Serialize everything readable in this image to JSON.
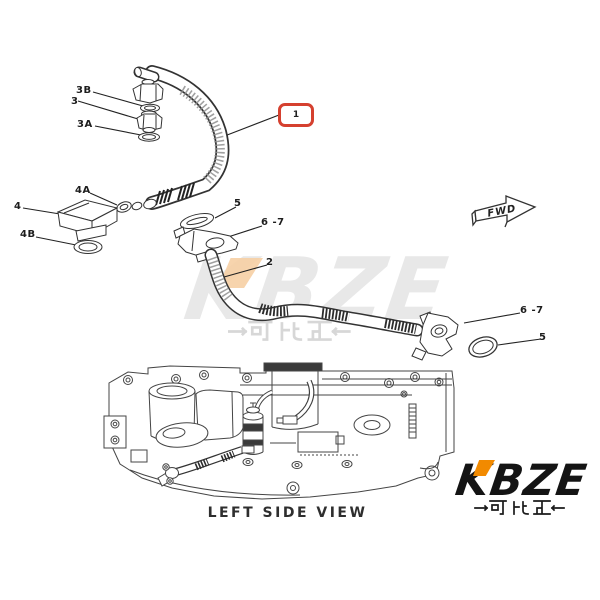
{
  "page": {
    "background_color": "#ffffff"
  },
  "diagram": {
    "highlighted_item": {
      "label": "1",
      "box_border_color": "#d5402f"
    },
    "callouts": {
      "c3b": "3B",
      "c3": "3",
      "c3a": "3A",
      "c4a": "4A",
      "c4": "4",
      "c4b": "4B",
      "c5_left": "5",
      "c67_left": "6 -7",
      "c2": "2",
      "c67_right": "6 -7",
      "c5_right": "5"
    },
    "fwd_arrow": {
      "label": "FWD"
    },
    "view_caption": "LEFT SIDE VIEW",
    "line_color": "#3c3c3c"
  },
  "watermark": {
    "text": "KBZE",
    "subtext": "可比正",
    "text_color": "#e8e8e8",
    "accent_color": "#f6cfa4",
    "subtext_color": "#d7d7d7"
  },
  "logo": {
    "text": "KBZE",
    "subtext": "可比正",
    "text_color": "#141414",
    "accent_color": "#f28a00",
    "subtext_color": "#1b1b1b"
  }
}
